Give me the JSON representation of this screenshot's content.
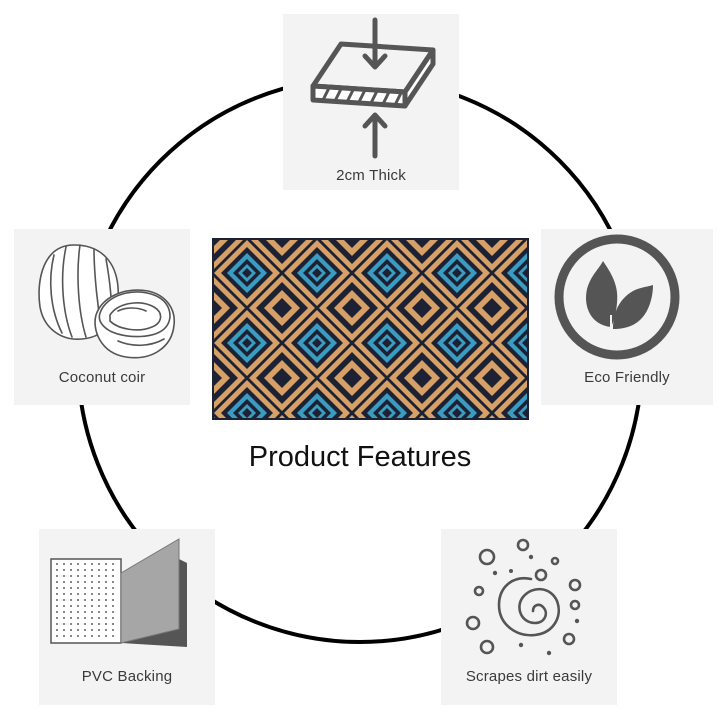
{
  "title": "Product Features",
  "features": {
    "thick": {
      "label": "2cm Thick",
      "icon": "compressed-layer-icon"
    },
    "coir": {
      "label": "Coconut coir",
      "icon": "coconut-icon"
    },
    "eco": {
      "label": "Eco Friendly",
      "icon": "leaf-circle-icon"
    },
    "pvc": {
      "label": "PVC Backing",
      "icon": "backing-layers-icon"
    },
    "scrape": {
      "label": "Scrapes dirt easily",
      "icon": "dirt-swirl-icon"
    }
  },
  "colors": {
    "ring": "#000000",
    "card_bg": "#f3f3f3",
    "icon_gray": "#555555",
    "mat_navy": "#1c2233",
    "mat_blue": "#3a9cc0",
    "mat_tan": "#d6a066"
  }
}
